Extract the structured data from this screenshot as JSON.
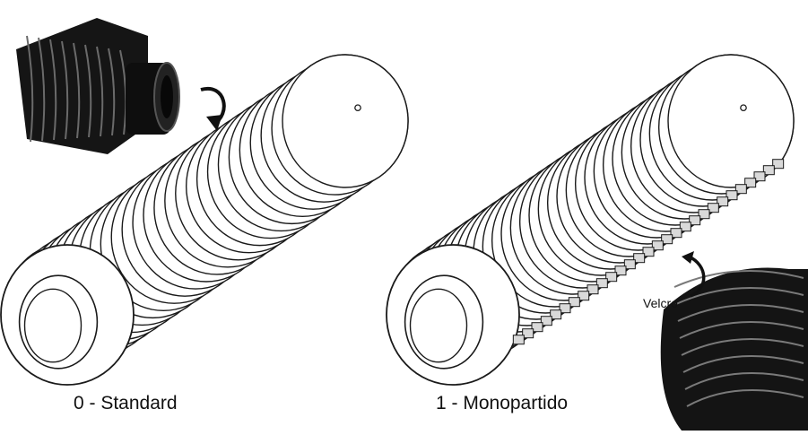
{
  "figure": {
    "captions": {
      "standard": "0 - Standard",
      "monopartido": "1 - Monopartido"
    },
    "callout_label": "Velcro",
    "icons": [
      "bellows-photo-icon",
      "curved-arrow-icon",
      "velcro-photo-icon"
    ],
    "colors": {
      "line": "#1a1a1a",
      "photo_dark": "#121212",
      "velcro_fill": "#d9d9d9"
    }
  }
}
